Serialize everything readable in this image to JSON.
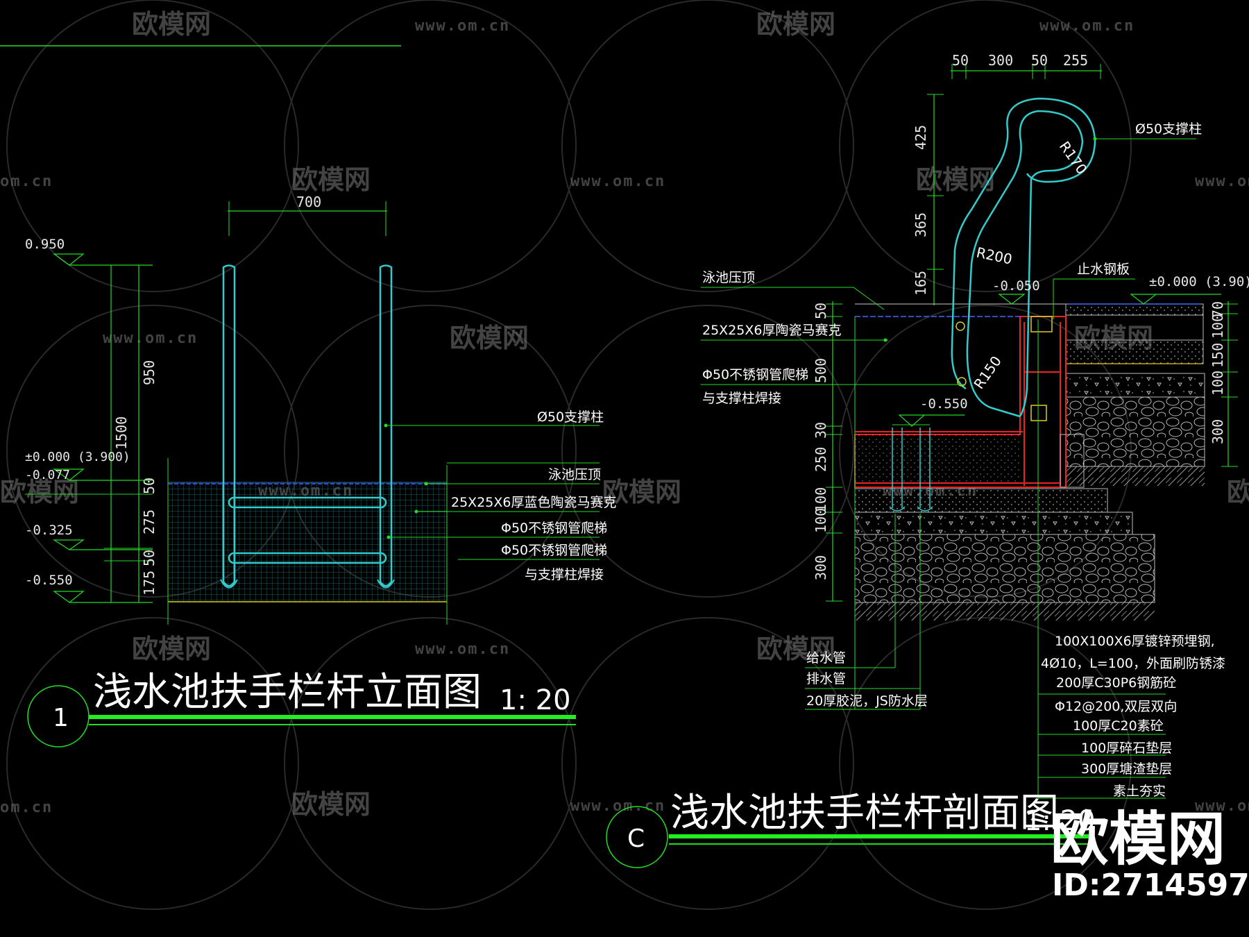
{
  "watermark": {
    "brand": "欧模网",
    "url": "www.om.cn",
    "url_partial": "om.cn",
    "big_brand": "欧模网",
    "id_text": "ID:2714597"
  },
  "elevation": {
    "title": "浅水池扶手栏杆立面图",
    "scale": "1: 20",
    "number": "1",
    "dim_width": "700",
    "levels": [
      "0.950",
      "±0.000  (3.900)",
      "-0.077",
      "-0.325",
      "-0.550"
    ],
    "dims": [
      "950",
      "1500",
      "50",
      "275",
      "50",
      "175"
    ],
    "labels": [
      "Ø50支撑柱",
      "泳池压顶",
      "25X25X6厚蓝色陶瓷马赛克",
      "Φ50不锈钢管爬梯",
      "Φ50不锈钢管爬梯",
      "与支撑柱焊接"
    ]
  },
  "section": {
    "title": "浅水池扶手栏杆剖面图",
    "scale": "1: 20",
    "number": "C",
    "top_dims": [
      "50",
      "300",
      "50",
      "255"
    ],
    "left_dims_upper": [
      "425",
      "365",
      "165"
    ],
    "left_dims_lower": [
      "50",
      "500",
      "30",
      "250",
      "100",
      "100",
      "300"
    ],
    "right_dims": [
      "70",
      "100",
      "150",
      "100",
      "300"
    ],
    "radii": [
      "R170",
      "R200",
      "R150"
    ],
    "levels": [
      "-0.050",
      "±0.000 (3.90)",
      "-0.550"
    ],
    "labels_left": [
      "泳池压顶",
      "25X25X6厚陶瓷马赛克",
      "Φ50不锈钢管爬梯",
      "与支撑柱焊接"
    ],
    "labels_right": [
      "Ø50支撑柱",
      "止水钢板"
    ],
    "labels_bottom_left": [
      "给水管",
      "排水管",
      "20厚胶泥，JS防水层"
    ],
    "labels_bottom_right": [
      "100X100X6厚镀锌预埋钢,",
      "4Ø10，L=100，外面刷防锈漆",
      "200厚C30P6钢筋砼",
      "Φ12@200,双层双向",
      "100厚C20素砼",
      "100厚碎石垫层",
      "300厚塘渣垫层",
      "素土夯实"
    ]
  }
}
